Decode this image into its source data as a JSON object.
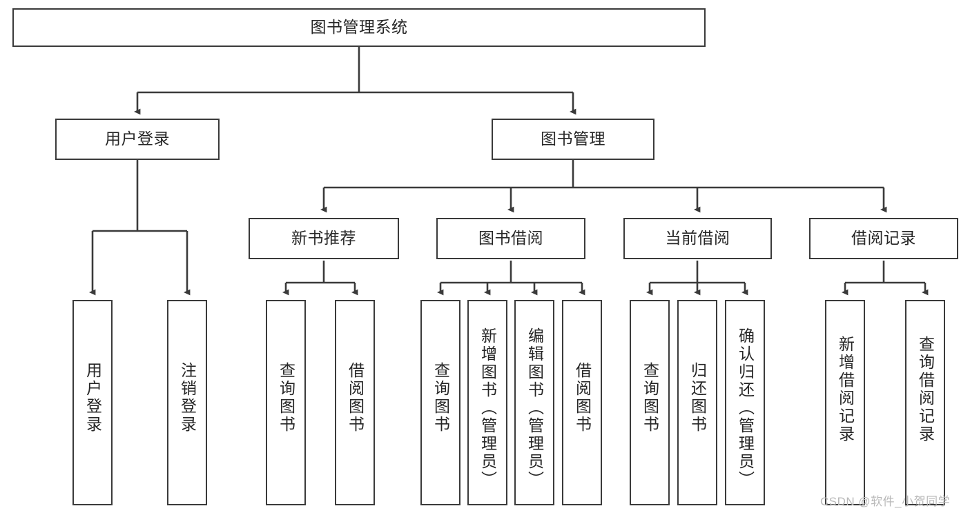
{
  "diagram": {
    "title": "图书管理系统",
    "type": "tree-hierarchy",
    "root": {
      "label": "图书管理系统"
    },
    "level2": [
      {
        "label": "用户登录"
      },
      {
        "label": "图书管理"
      }
    ],
    "level3": [
      {
        "label": "新书推荐"
      },
      {
        "label": "图书借阅"
      },
      {
        "label": "当前借阅"
      },
      {
        "label": "借阅记录"
      }
    ],
    "leaves": {
      "user_login": [
        {
          "label": "用户登录"
        },
        {
          "label": "注销登录"
        }
      ],
      "new_book_recommend": [
        {
          "label": "查询图书"
        },
        {
          "label": "借阅图书"
        }
      ],
      "book_borrow": [
        {
          "label": "查询图书"
        },
        {
          "label": "新增图书（管理员）"
        },
        {
          "label": "编辑图书（管理员）"
        },
        {
          "label": "借阅图书"
        }
      ],
      "current_borrow": [
        {
          "label": "查询图书"
        },
        {
          "label": "归还图书"
        },
        {
          "label": "确认归还（管理员）"
        }
      ],
      "borrow_record": [
        {
          "label": "新增借阅记录"
        },
        {
          "label": "查询借阅记录"
        }
      ]
    }
  },
  "watermark": {
    "text": "CSDN @软件_小贺同学"
  },
  "colors": {
    "border": "#3a3a3a",
    "text": "#262626",
    "background": "#ffffff",
    "watermark": "#b9b9b9"
  }
}
